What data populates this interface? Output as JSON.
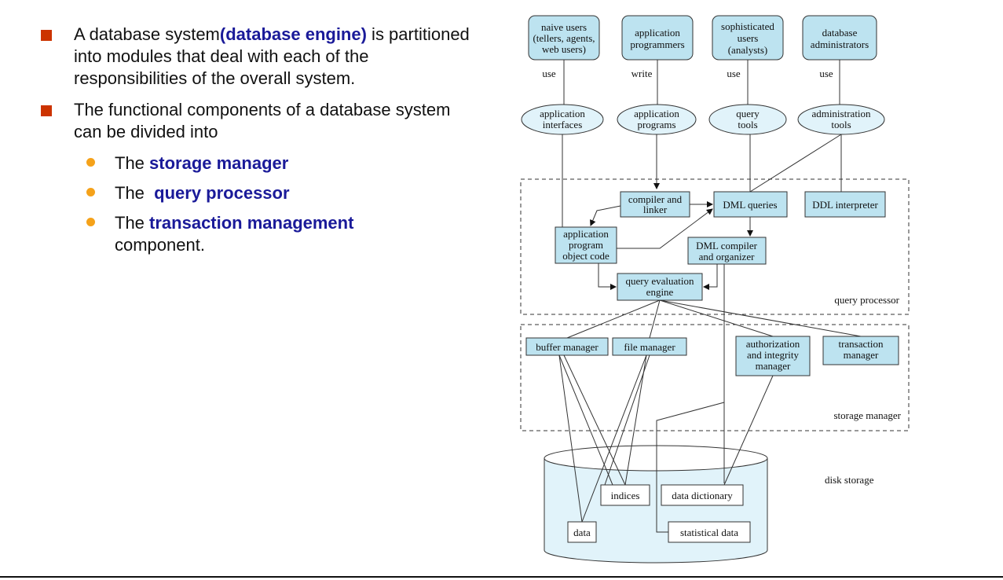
{
  "text": {
    "p1_a": "A database system",
    "p1_b": "(database engine)",
    "p1_c": " is partitioned into modules that deal with each of the responsibilities of the overall system.",
    "p2": "The functional components of a database system can be divided into",
    "i1_a": "The ",
    "i1_b": "storage manager",
    "i2_a": "The  ",
    "i2_b": "query processor",
    "i3_a": "The ",
    "i3_b": "transaction management",
    "i3_c": "component."
  },
  "diagram": {
    "users": [
      "naive users",
      "(tellers, agents,",
      "web users)",
      "application",
      "programmers",
      "sophisticated",
      "users",
      "(analysts)",
      "database",
      "administrators"
    ],
    "verbs": [
      "use",
      "write",
      "use",
      "use"
    ],
    "tools": [
      "application",
      "interfaces",
      "application",
      "programs",
      "query",
      "tools",
      "administration",
      "tools"
    ],
    "qp": [
      "compiler and",
      "linker",
      "DML queries",
      "DDL interpreter",
      "application",
      "program",
      "object code",
      "DML compiler",
      "and organizer",
      "query evaluation",
      "engine"
    ],
    "qp_label": "query processor",
    "sm": [
      "buffer manager",
      "file manager",
      "authorization",
      "and integrity",
      "manager",
      "transaction",
      "manager"
    ],
    "sm_label": "storage manager",
    "disk": [
      "indices",
      "data dictionary",
      "data",
      "statistical data"
    ],
    "disk_label": "disk storage"
  },
  "colors": {
    "bullet_square": "#cc3300",
    "bullet_dot": "#f5a21a",
    "highlight": "#1a1a99",
    "box_fill": "#bde3f0"
  }
}
